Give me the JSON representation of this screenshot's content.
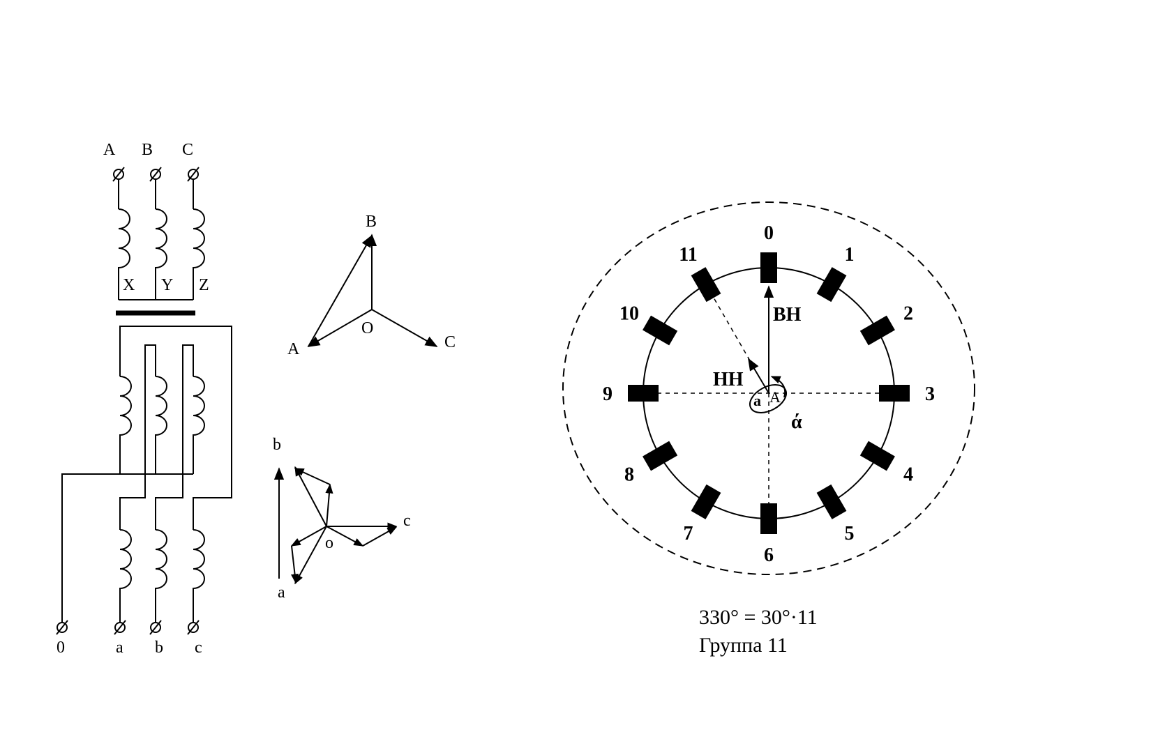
{
  "hv_terminals": [
    "A",
    "B",
    "C"
  ],
  "hv_winding_ends": [
    "X",
    "Y",
    "Z"
  ],
  "lv_terminals": [
    "0",
    "a",
    "b",
    "c"
  ],
  "hv_vector_labels": {
    "a": "A",
    "b": "B",
    "c": "C",
    "o": "O"
  },
  "lv_vector_labels": {
    "a": "a",
    "b": "b",
    "c": "c",
    "o": "o"
  },
  "clock": {
    "hours": [
      "0",
      "1",
      "2",
      "3",
      "4",
      "5",
      "6",
      "7",
      "8",
      "9",
      "10",
      "11"
    ],
    "hv_label": "ВН",
    "lv_label": "НН",
    "center_a": "a",
    "center_A": "A",
    "angle_label": "ά"
  },
  "formula": {
    "line1": "330° = 30°·11",
    "line2": "Группа 11"
  }
}
